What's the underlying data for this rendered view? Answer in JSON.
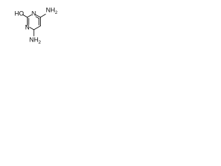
{
  "molecule": {
    "bond_color": "#000000",
    "labels": {
      "ho": "HO",
      "n_top": "N",
      "n_bottom": "N",
      "nh2_top": "NH",
      "nh2_top_sub": "2",
      "nh2_bottom": "NH",
      "nh2_bottom_sub": "2"
    }
  }
}
